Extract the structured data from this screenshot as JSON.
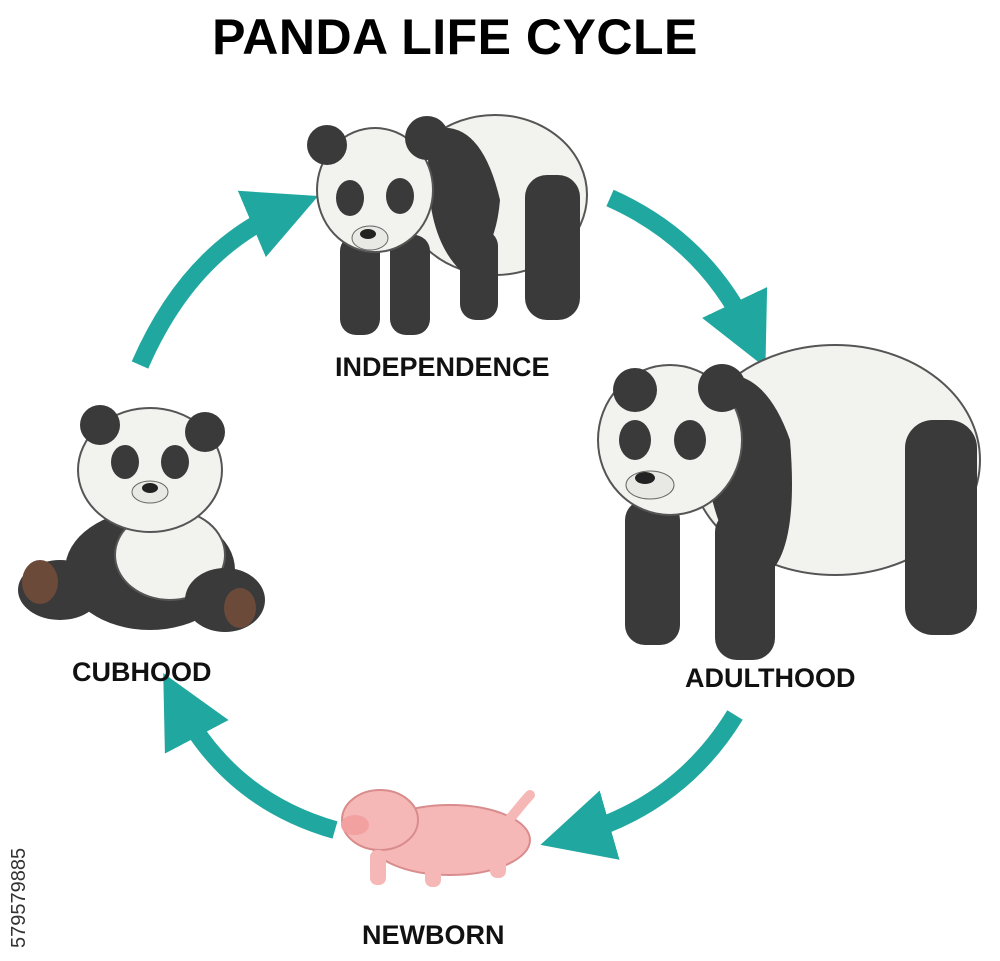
{
  "title": "PANDA LIFE CYCLE",
  "stages": [
    {
      "name": "INDEPENDENCE",
      "icon": "young-panda-standing"
    },
    {
      "name": "ADULTHOOD",
      "icon": "adult-panda-standing"
    },
    {
      "name": "NEWBORN",
      "icon": "newborn-panda-pink"
    },
    {
      "name": "CUBHOOD",
      "icon": "cub-panda-sitting"
    }
  ],
  "arrow_color": "#20a8a0",
  "panda_colors": {
    "black": "#3a3a3a",
    "white": "#f2f2ee",
    "newborn": "#f6b7b7"
  },
  "watermark_id": "579579885"
}
